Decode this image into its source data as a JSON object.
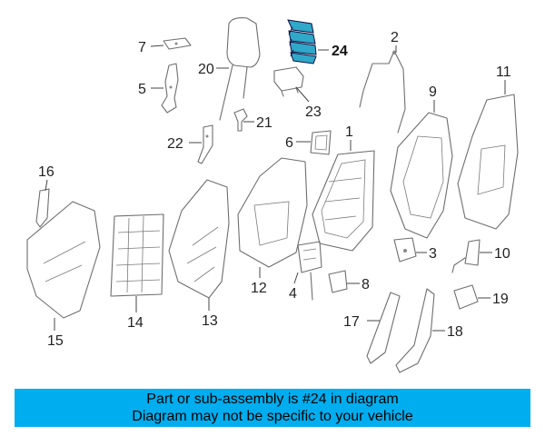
{
  "diagram": {
    "highlight_part": "24",
    "highlight_color": "#2fa8c9",
    "callouts": {
      "p1": "1",
      "p2": "2",
      "p3": "3",
      "p4": "4",
      "p5": "5",
      "p6": "6",
      "p7": "7",
      "p8": "8",
      "p9": "9",
      "p10": "10",
      "p11": "11",
      "p12": "12",
      "p13": "13",
      "p14": "14",
      "p15": "15",
      "p16": "16",
      "p17": "17",
      "p18": "18",
      "p19": "19",
      "p20": "20",
      "p21": "21",
      "p22": "22",
      "p23": "23",
      "p24": "24"
    }
  },
  "banner": {
    "line1": "Part or sub-assembly is #24 in diagram",
    "line2": "Diagram may not be specific to your vehicle",
    "background": "#00aeef"
  }
}
